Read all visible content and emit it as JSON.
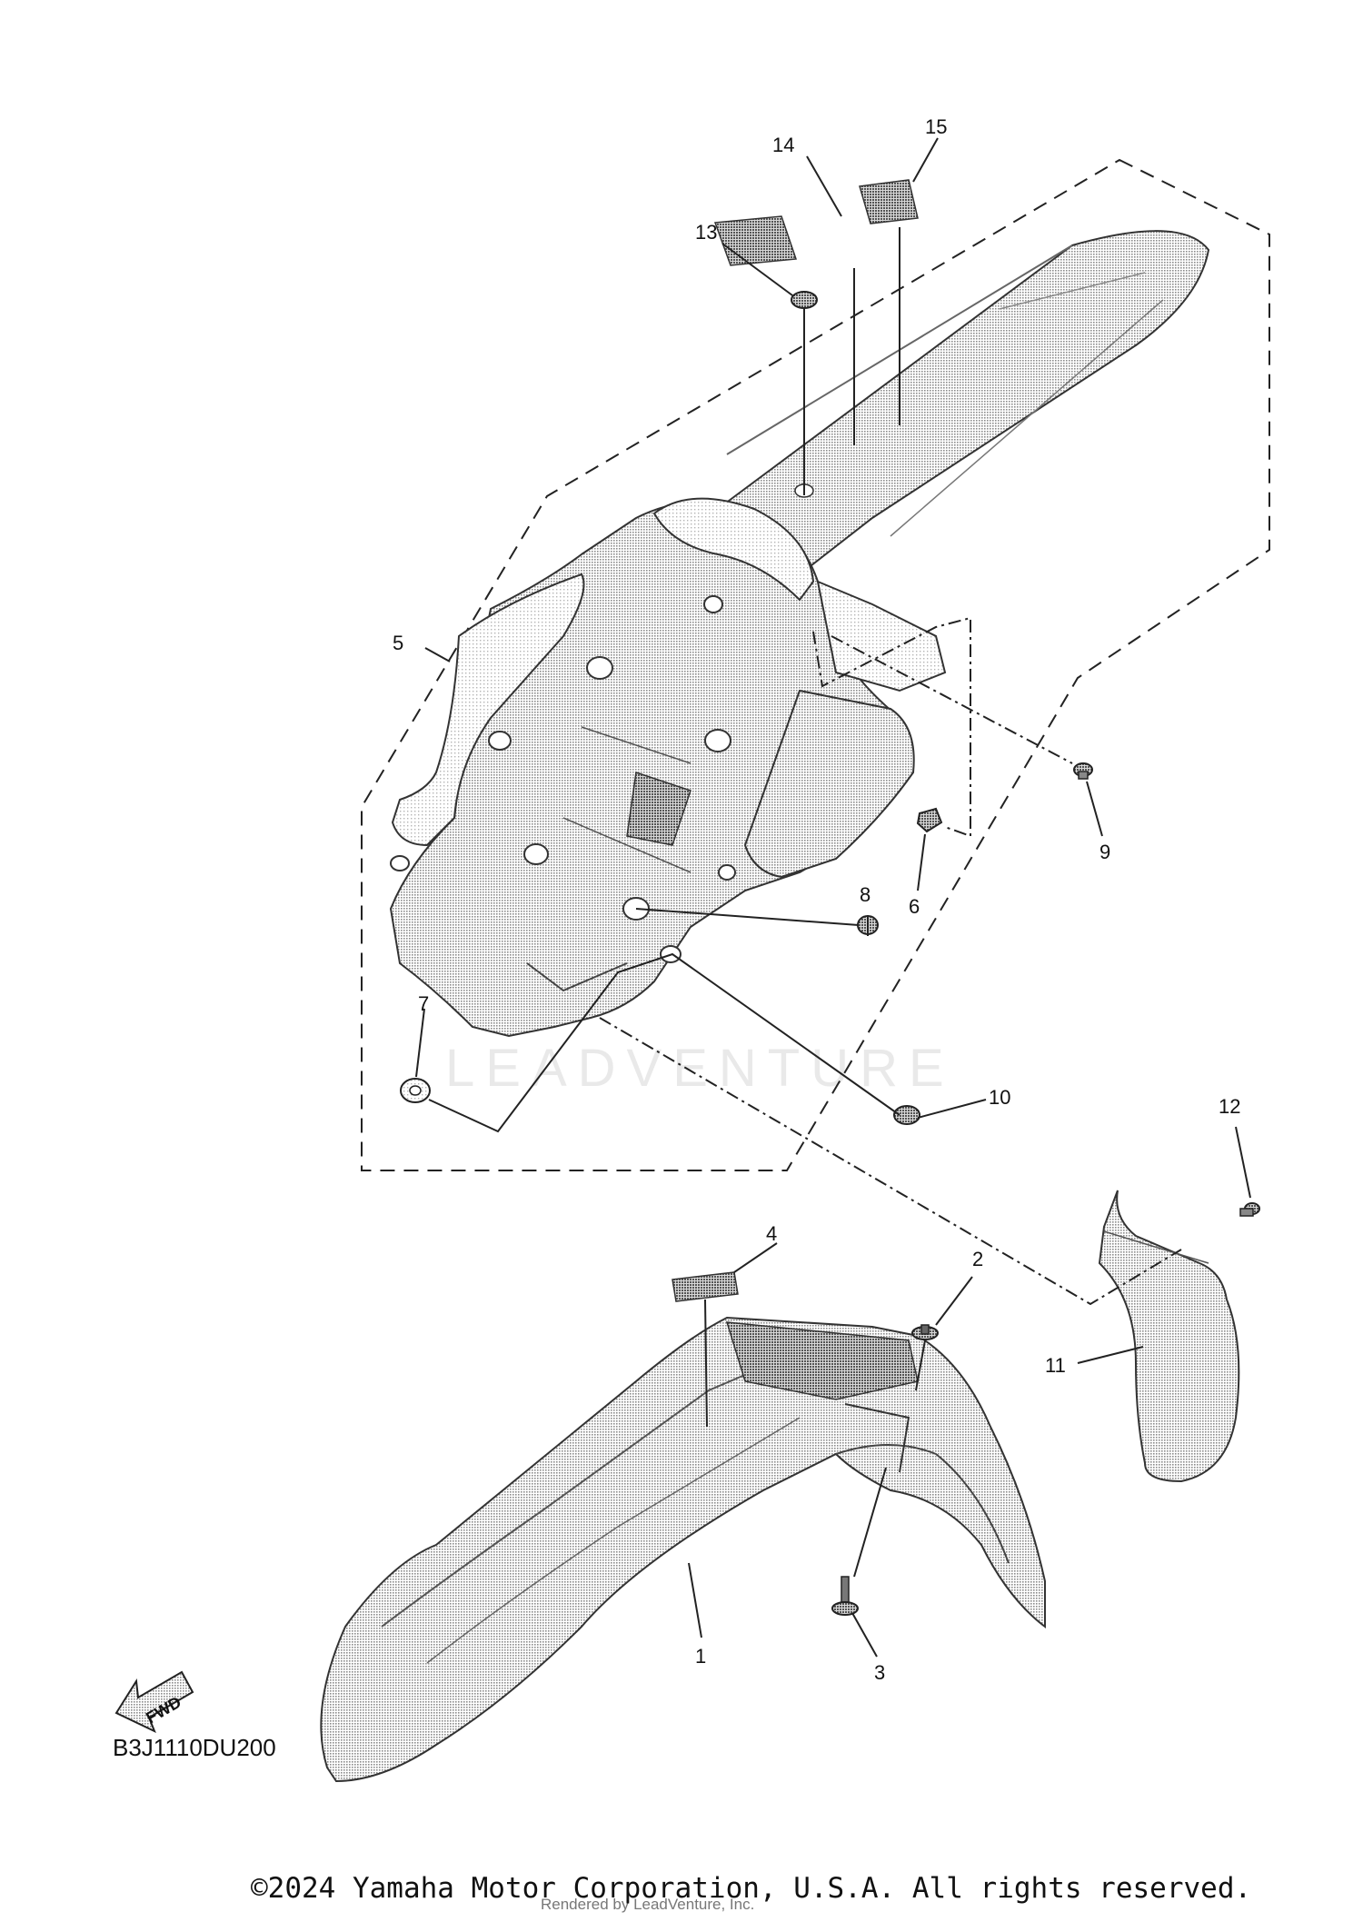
{
  "diagram": {
    "watermark": "LEADVENTURE",
    "callouts": [
      "1",
      "2",
      "3",
      "4",
      "5",
      "6",
      "7",
      "8",
      "9",
      "10",
      "11",
      "12",
      "13",
      "14",
      "15"
    ],
    "fwd_label": "FWD",
    "diagram_code": "B3J1110DU200"
  },
  "footer": {
    "copyright": "©2024 Yamaha Motor Corporation, U.S.A. All rights reserved.",
    "rendered_by": "Rendered by LeadVenture, Inc."
  }
}
